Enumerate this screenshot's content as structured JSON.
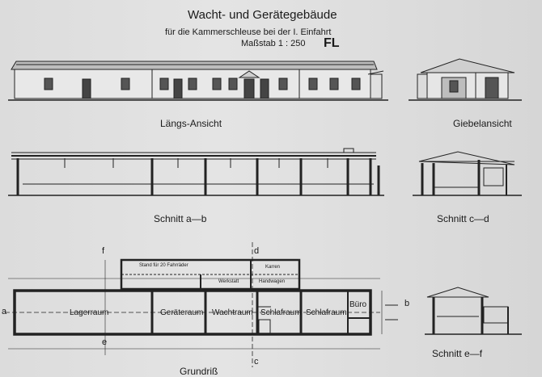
{
  "title": {
    "line1": "Wacht- und Gerätegebäude",
    "line2": "für die Kammerschleuse bei der I. Einfahrt",
    "scale": "Maßstab 1 : 250",
    "stamp": "FL"
  },
  "views": {
    "long_view": "Längs-Ansicht",
    "gable_view": "Giebelansicht",
    "section_ab": "Schnitt a—b",
    "section_cd": "Schnitt c—d",
    "section_ef": "Schnitt e—f",
    "floor_plan": "Grundriß"
  },
  "rooms": {
    "lager": "Lagerraum",
    "geraete": "Geräteraum",
    "wacht": "Wachtraum",
    "schlaf1": "Schlafraum",
    "schlaf2": "Schlafraum",
    "buero": "Büro",
    "stand": "Stand für 20 Fahrräder",
    "werkstatt": "Werkstatt",
    "karren": "Karren",
    "handwagen": "Handwagen"
  },
  "section_marks": {
    "a": "a",
    "b": "b",
    "c": "c",
    "d": "d",
    "e": "e",
    "f": "f"
  }
}
